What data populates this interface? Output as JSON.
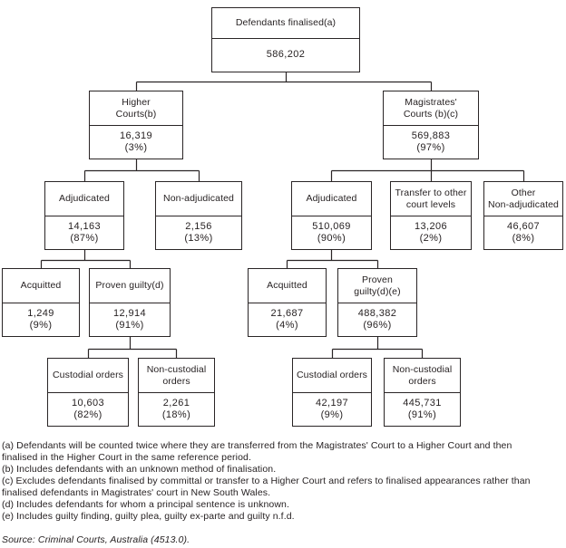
{
  "diagram": {
    "nodes": {
      "root": {
        "label": "Defendants finalised(a)",
        "value": "586,202"
      },
      "higher_courts": {
        "label": "Higher\nCourts(b)",
        "value": "16,319",
        "pct": "(3%)"
      },
      "magistrates_courts": {
        "label": "Magistrates'\nCourts (b)(c)",
        "value": "569,883",
        "pct": "(97%)"
      },
      "adjudicated_higher": {
        "label": "Adjudicated",
        "value": "14,163",
        "pct": "(87%)"
      },
      "non_adjudicated_higher": {
        "label": "Non-adjudicated",
        "value": "2,156",
        "pct": "(13%)"
      },
      "adjudicated_magistrates": {
        "label": "Adjudicated",
        "value": "510,069",
        "pct": "(90%)"
      },
      "transfer_other_court_levels": {
        "label": "Transfer to other\ncourt levels",
        "value": "13,206",
        "pct": "(2%)"
      },
      "other_non_adjudicated": {
        "label": "Other\nNon-adjudicated",
        "value": "46,607",
        "pct": "(8%)"
      },
      "acquitted_higher": {
        "label": "Acquitted",
        "value": "1,249",
        "pct": "(9%)"
      },
      "proven_guilty_higher": {
        "label": "Proven guilty(d)",
        "value": "12,914",
        "pct": "(91%)"
      },
      "acquitted_magistrates": {
        "label": "Acquitted",
        "value": "21,687",
        "pct": "(4%)"
      },
      "proven_guilty_magistrates": {
        "label": "Proven\nguilty(d)(e)",
        "value": "488,382",
        "pct": "(96%)"
      },
      "custodial_orders_higher": {
        "label": "Custodial orders",
        "value": "10,603",
        "pct": "(82%)"
      },
      "non_custodial_orders_higher": {
        "label": "Non-custodial\norders",
        "value": "2,261",
        "pct": "(18%)"
      },
      "custodial_orders_magistrates": {
        "label": "Custodial orders",
        "value": "42,197",
        "pct": "(9%)"
      },
      "non_custodial_orders_magistrates": {
        "label": "Non-custodial\norders",
        "value": "445,731",
        "pct": "(91%)"
      }
    },
    "footnotes": [
      "(a) Defendants will be counted twice where they are transferred from the Magistrates' Court to a Higher Court and then\nfinalised in the Higher Court in the same reference period.",
      "(b) Includes defendants with an unknown method of finalisation.",
      "(c) Excludes defendants finalised by committal or transfer to a Higher Court and refers to finalised appearances rather than\nfinalised defendants in Magistrates' court in New South Wales.",
      "(d) Includes defendants for whom a principal sentence is unknown.",
      "(e) Includes guilty finding, guilty plea, guilty ex-parte and guilty n.f.d."
    ],
    "source": "Source: Criminal Courts, Australia (4513.0)."
  }
}
